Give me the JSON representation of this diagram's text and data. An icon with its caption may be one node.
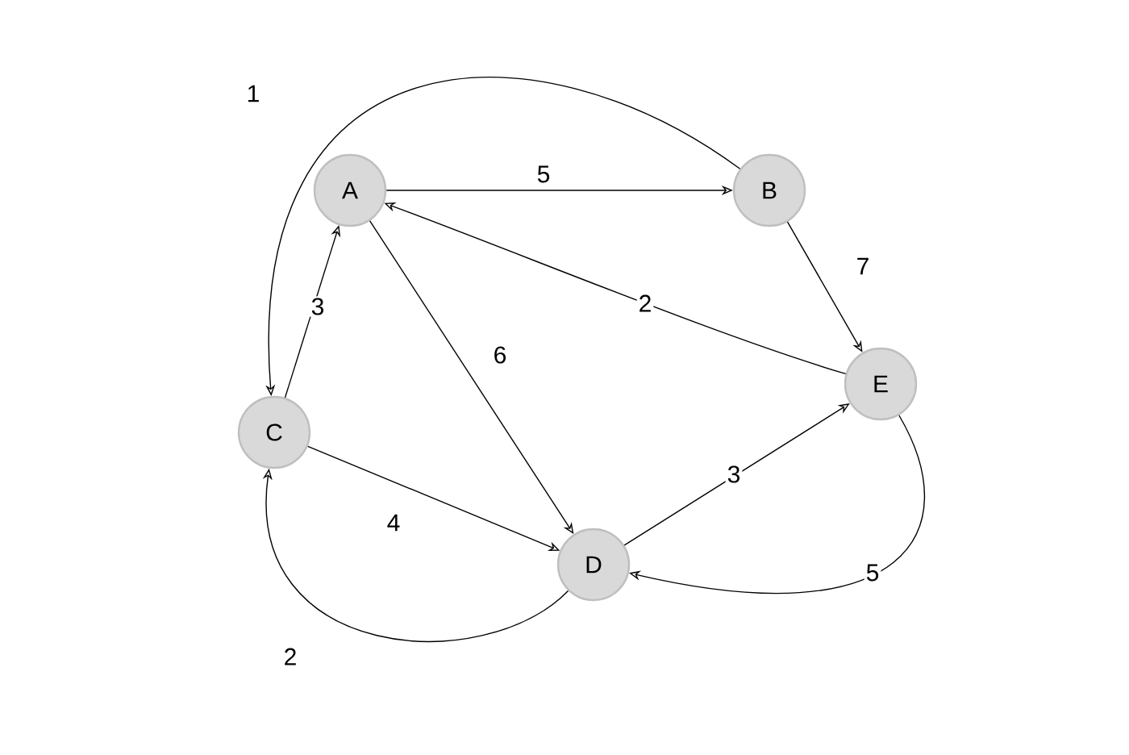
{
  "diagram": {
    "nodes": [
      {
        "text": [
          "A"
        ]
      },
      {
        "text": [
          "B"
        ]
      },
      {
        "text": [
          "C"
        ]
      },
      {
        "text": [
          "D"
        ]
      },
      {
        "text": [
          "E"
        ]
      }
    ],
    "edges": [
      {
        "from": 1,
        "to": 2,
        "arrow": "to",
        "label": "1"
      },
      {
        "from": 0,
        "to": 1,
        "arrow": "to",
        "label": "5"
      },
      {
        "from": 1,
        "to": 4,
        "arrow": "to",
        "label": "7"
      },
      {
        "from": 4,
        "to": 0,
        "arrow": "to",
        "label": "2"
      },
      {
        "from": 2,
        "to": 0,
        "arrow": "to",
        "label": "3"
      },
      {
        "from": 0,
        "to": 3,
        "arrow": "to",
        "label": "6"
      },
      {
        "from": 2,
        "to": 3,
        "arrow": "to",
        "label": "4"
      },
      {
        "from": 3,
        "to": 4,
        "arrow": "to",
        "label": "3"
      },
      {
        "from": 4,
        "to": 3,
        "arrow": "to",
        "label": "5"
      },
      {
        "from": 3,
        "to": 2,
        "arrow": "to",
        "label": "2"
      }
    ]
  }
}
